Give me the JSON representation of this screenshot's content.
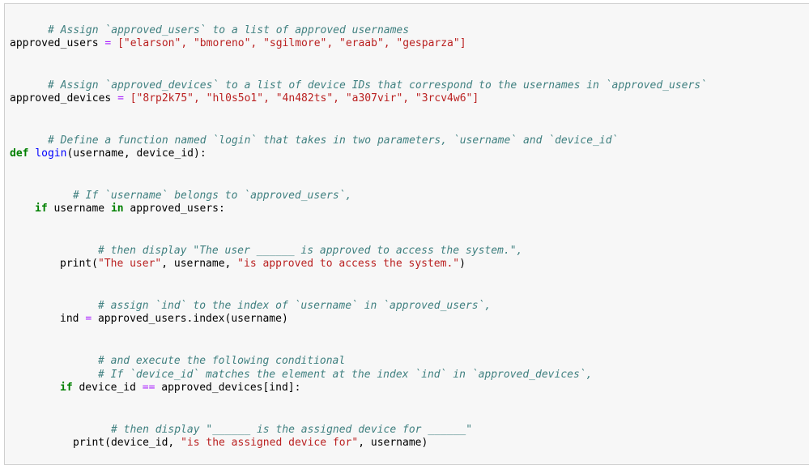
{
  "lines": {
    "l1": {
      "comment": "# Assign `approved_users` to a list of approved usernames"
    },
    "l2": {
      "var": "approved_users",
      "op": "=",
      "list": "[\"elarson\", \"bmoreno\", \"sgilmore\", \"eraab\", \"gesparza\"]"
    },
    "l3": {
      "comment": "# Assign `approved_devices` to a list of device IDs that correspond to the usernames in `approved_users`"
    },
    "l4": {
      "var": "approved_devices",
      "op": "=",
      "list": "[\"8rp2k75\", \"hl0s5o1\", \"4n482ts\", \"a307vir\", \"3rcv4w6\"]"
    },
    "l5": {
      "comment": "# Define a function named `login` that takes in two parameters, `username` and `device_id`"
    },
    "l6": {
      "kw": "def",
      "fn": "login",
      "params": "(username, device_id):"
    },
    "l7": {
      "comment": "# If `username` belongs to `approved_users`,"
    },
    "l8": {
      "kw_if": "if",
      "a": "username",
      "kw_in": "in",
      "b": "approved_users:"
    },
    "l9": {
      "comment": "# then display \"The user ______ is approved to access the system.\","
    },
    "l10": {
      "p1": "print(",
      "s1": "\"The user\"",
      "p2": ", username, ",
      "s2": "\"is approved to access the system.\"",
      "p3": ")"
    },
    "l11": {
      "comment": "# assign `ind` to the index of `username` in `approved_users`,"
    },
    "l12": {
      "var": "ind",
      "op": "=",
      "rest": "approved_users.index(username)"
    },
    "l13a": {
      "comment": "# and execute the following conditional"
    },
    "l13b": {
      "comment": "# If `device_id` matches the element at the index `ind` in `approved_devices`,"
    },
    "l14": {
      "kw_if": "if",
      "a": "device_id",
      "op": "==",
      "b": "approved_devices[ind]:"
    },
    "l15": {
      "comment": "# then display \"______ is the assigned device for ______\""
    },
    "l16": {
      "p1": "print(device_id, ",
      "s1": "\"is the assigned device for\"",
      "p2": ", username)"
    }
  }
}
